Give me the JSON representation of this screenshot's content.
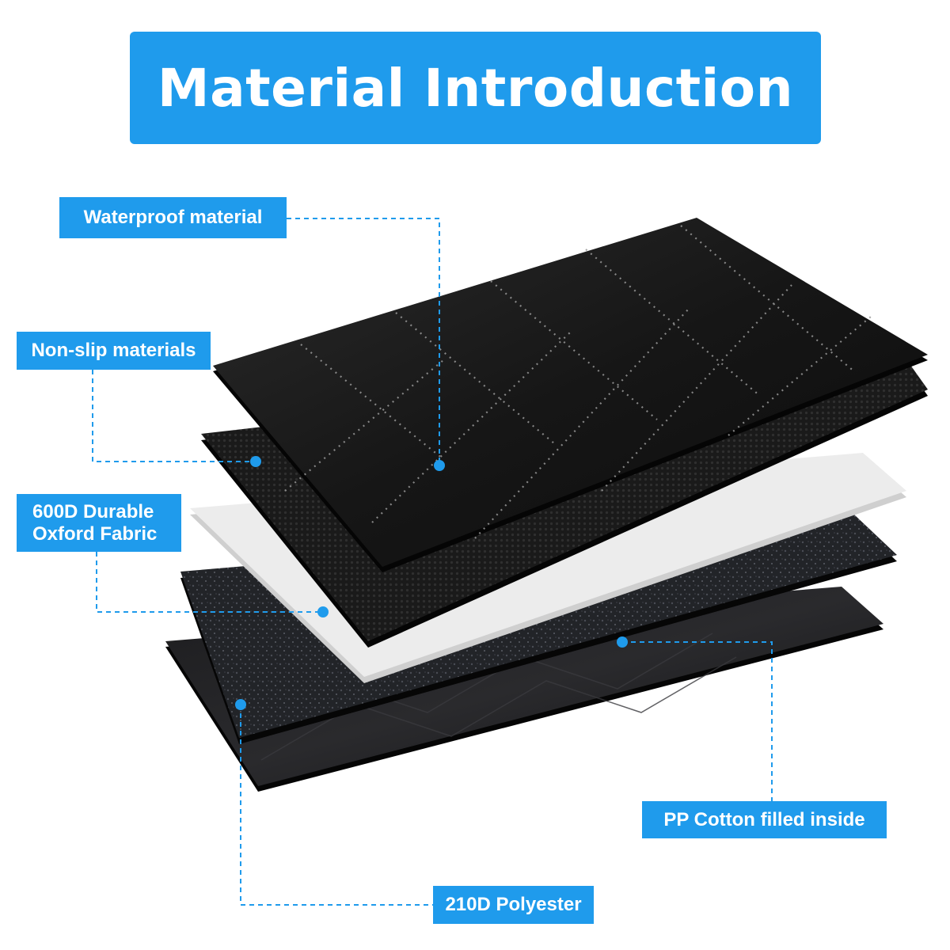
{
  "title": "Material Introduction",
  "labels": {
    "waterproof": "Waterproof material",
    "nonslip": "Non-slip materials",
    "oxford": "600D Durable\nOxford Fabric",
    "ppcotton": "PP Cotton filled inside",
    "polyester": "210D Polyester"
  },
  "colors": {
    "accent": "#1f9bec",
    "layer_black": "#141414",
    "layer_white": "#ececec"
  }
}
